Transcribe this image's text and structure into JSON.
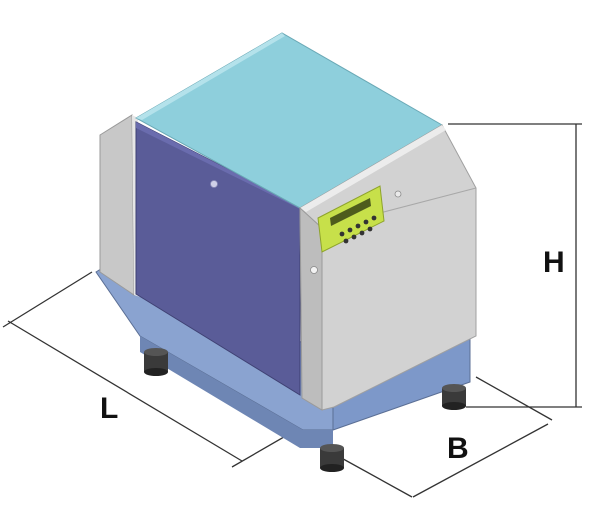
{
  "dimension_labels": {
    "height": "H",
    "length": "L",
    "width": "B"
  },
  "colors": {
    "top_panel": "#8ecfdc",
    "side_panel": "#5a5c98",
    "front_panel": "#d4d4d4",
    "base": "#7d98c9",
    "control_panel": "#c7e04a",
    "feet": "#2a2a2a",
    "dimension_lines": "#333333"
  },
  "icons": {
    "control_panel": "display-keypad-icon"
  }
}
